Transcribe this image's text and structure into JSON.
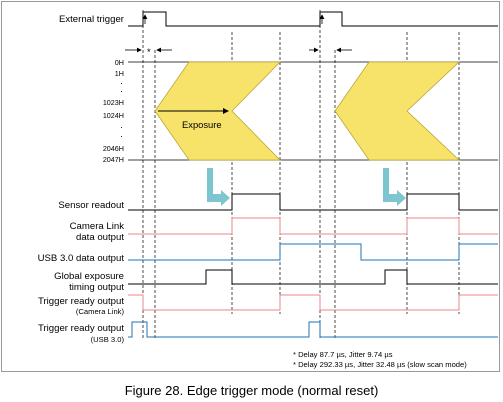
{
  "signals": {
    "external_trigger": "External trigger",
    "sensor_readout": "Sensor readout",
    "camera_link_line1": "Camera Link",
    "camera_link_line2": "data output",
    "usb_data_output": "USB 3.0 data output",
    "global_exposure_line1": "Global exposure",
    "global_exposure_line2": "timing output",
    "trigger_ready_camera_link": "Trigger ready output",
    "trigger_ready_camera_link_sub": "(Camera Link)",
    "trigger_ready_usb": "Trigger ready output",
    "trigger_ready_usb_sub": "(USB 3.0)"
  },
  "sensor_rows": {
    "row_0": "0H",
    "row_1": "1H",
    "row_1023": "1023H",
    "row_1024": "1024H",
    "row_2046": "2046H",
    "row_2047": "2047H"
  },
  "exposure_label": "Exposure",
  "delay_marker": "*",
  "notes": {
    "line1": "* Delay 87.7 µs, Jitter 9.74 µs",
    "line2": "* Delay 292.33 µs, Jitter 32.48 µs (slow scan mode)"
  },
  "caption": "Figure 28. Edge trigger mode (normal reset)",
  "colors": {
    "exposure_fill": "#f7e36a",
    "exposure_stroke": "#b9a636",
    "camera_link_trace": "#e88a8a",
    "usb_trace": "#1f73b7",
    "readout_arrow": "#7ec6cf",
    "timing_trace": "#000000"
  }
}
